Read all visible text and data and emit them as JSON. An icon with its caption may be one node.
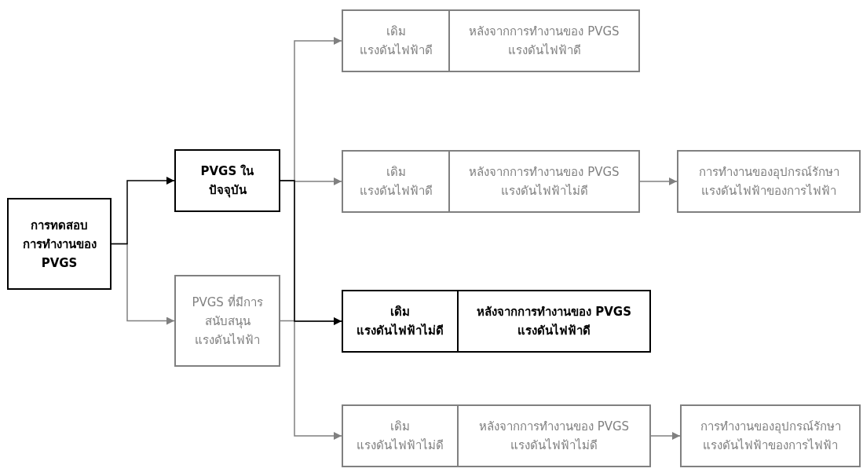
{
  "diagram": {
    "nodes": [
      {
        "text": [
          "การทดสอบ การทำงานของ PVGS"
        ]
      },
      {
        "text": [
          "PVGS ใน ปัจจุบัน"
        ]
      },
      {
        "text": [
          "PVGS ที่มีการ สนับสนุน แรงดันไฟฟ้า"
        ]
      },
      {
        "text": [
          "เดิม แรงดันไฟฟ้าดี",
          "หลังจากการทำงานของ PVGS แรงดันไฟฟ้าดี"
        ]
      },
      {
        "text": [
          "เดิม แรงดันไฟฟ้าดี",
          "หลังจากการทำงานของ PVGS แรงดันไฟฟ้าไม่ดี"
        ]
      },
      {
        "text": [
          "การทำงานของอุปกรณ์รักษา แรงดันไฟฟ้าของการไฟฟ้า"
        ]
      },
      {
        "text": [
          "เดิม แรงดันไฟฟ้าไม่ดี",
          "หลังจากการทำงานของ PVGS แรงดันไฟฟ้าดี"
        ]
      },
      {
        "text": [
          "เดิม แรงดันไฟฟ้าไม่ดี",
          "หลังจากการทำงานของ PVGS แรงดันไฟฟ้าไม่ดี"
        ]
      },
      {
        "text": [
          "การทำงานของอุปกรณ์รักษา แรงดันไฟฟ้าของการไฟฟ้า"
        ]
      }
    ],
    "edges": [
      {
        "from": 0,
        "to": 1,
        "arrow": "to",
        "color": "#000000"
      },
      {
        "from": 0,
        "to": 2,
        "arrow": "to"
      },
      {
        "from": 1,
        "to": 3,
        "arrow": "to"
      },
      {
        "from": 1,
        "to": 4,
        "arrow": "to"
      },
      {
        "from": 1,
        "to": 6,
        "arrow": "to",
        "color": "#000000"
      },
      {
        "from": 1,
        "to": 7,
        "arrow": "to"
      },
      {
        "from": 2,
        "to": 6,
        "arrow": "to"
      },
      {
        "from": 4,
        "to": 5,
        "arrow": "to"
      },
      {
        "from": 7,
        "to": 8,
        "arrow": "to"
      }
    ]
  }
}
